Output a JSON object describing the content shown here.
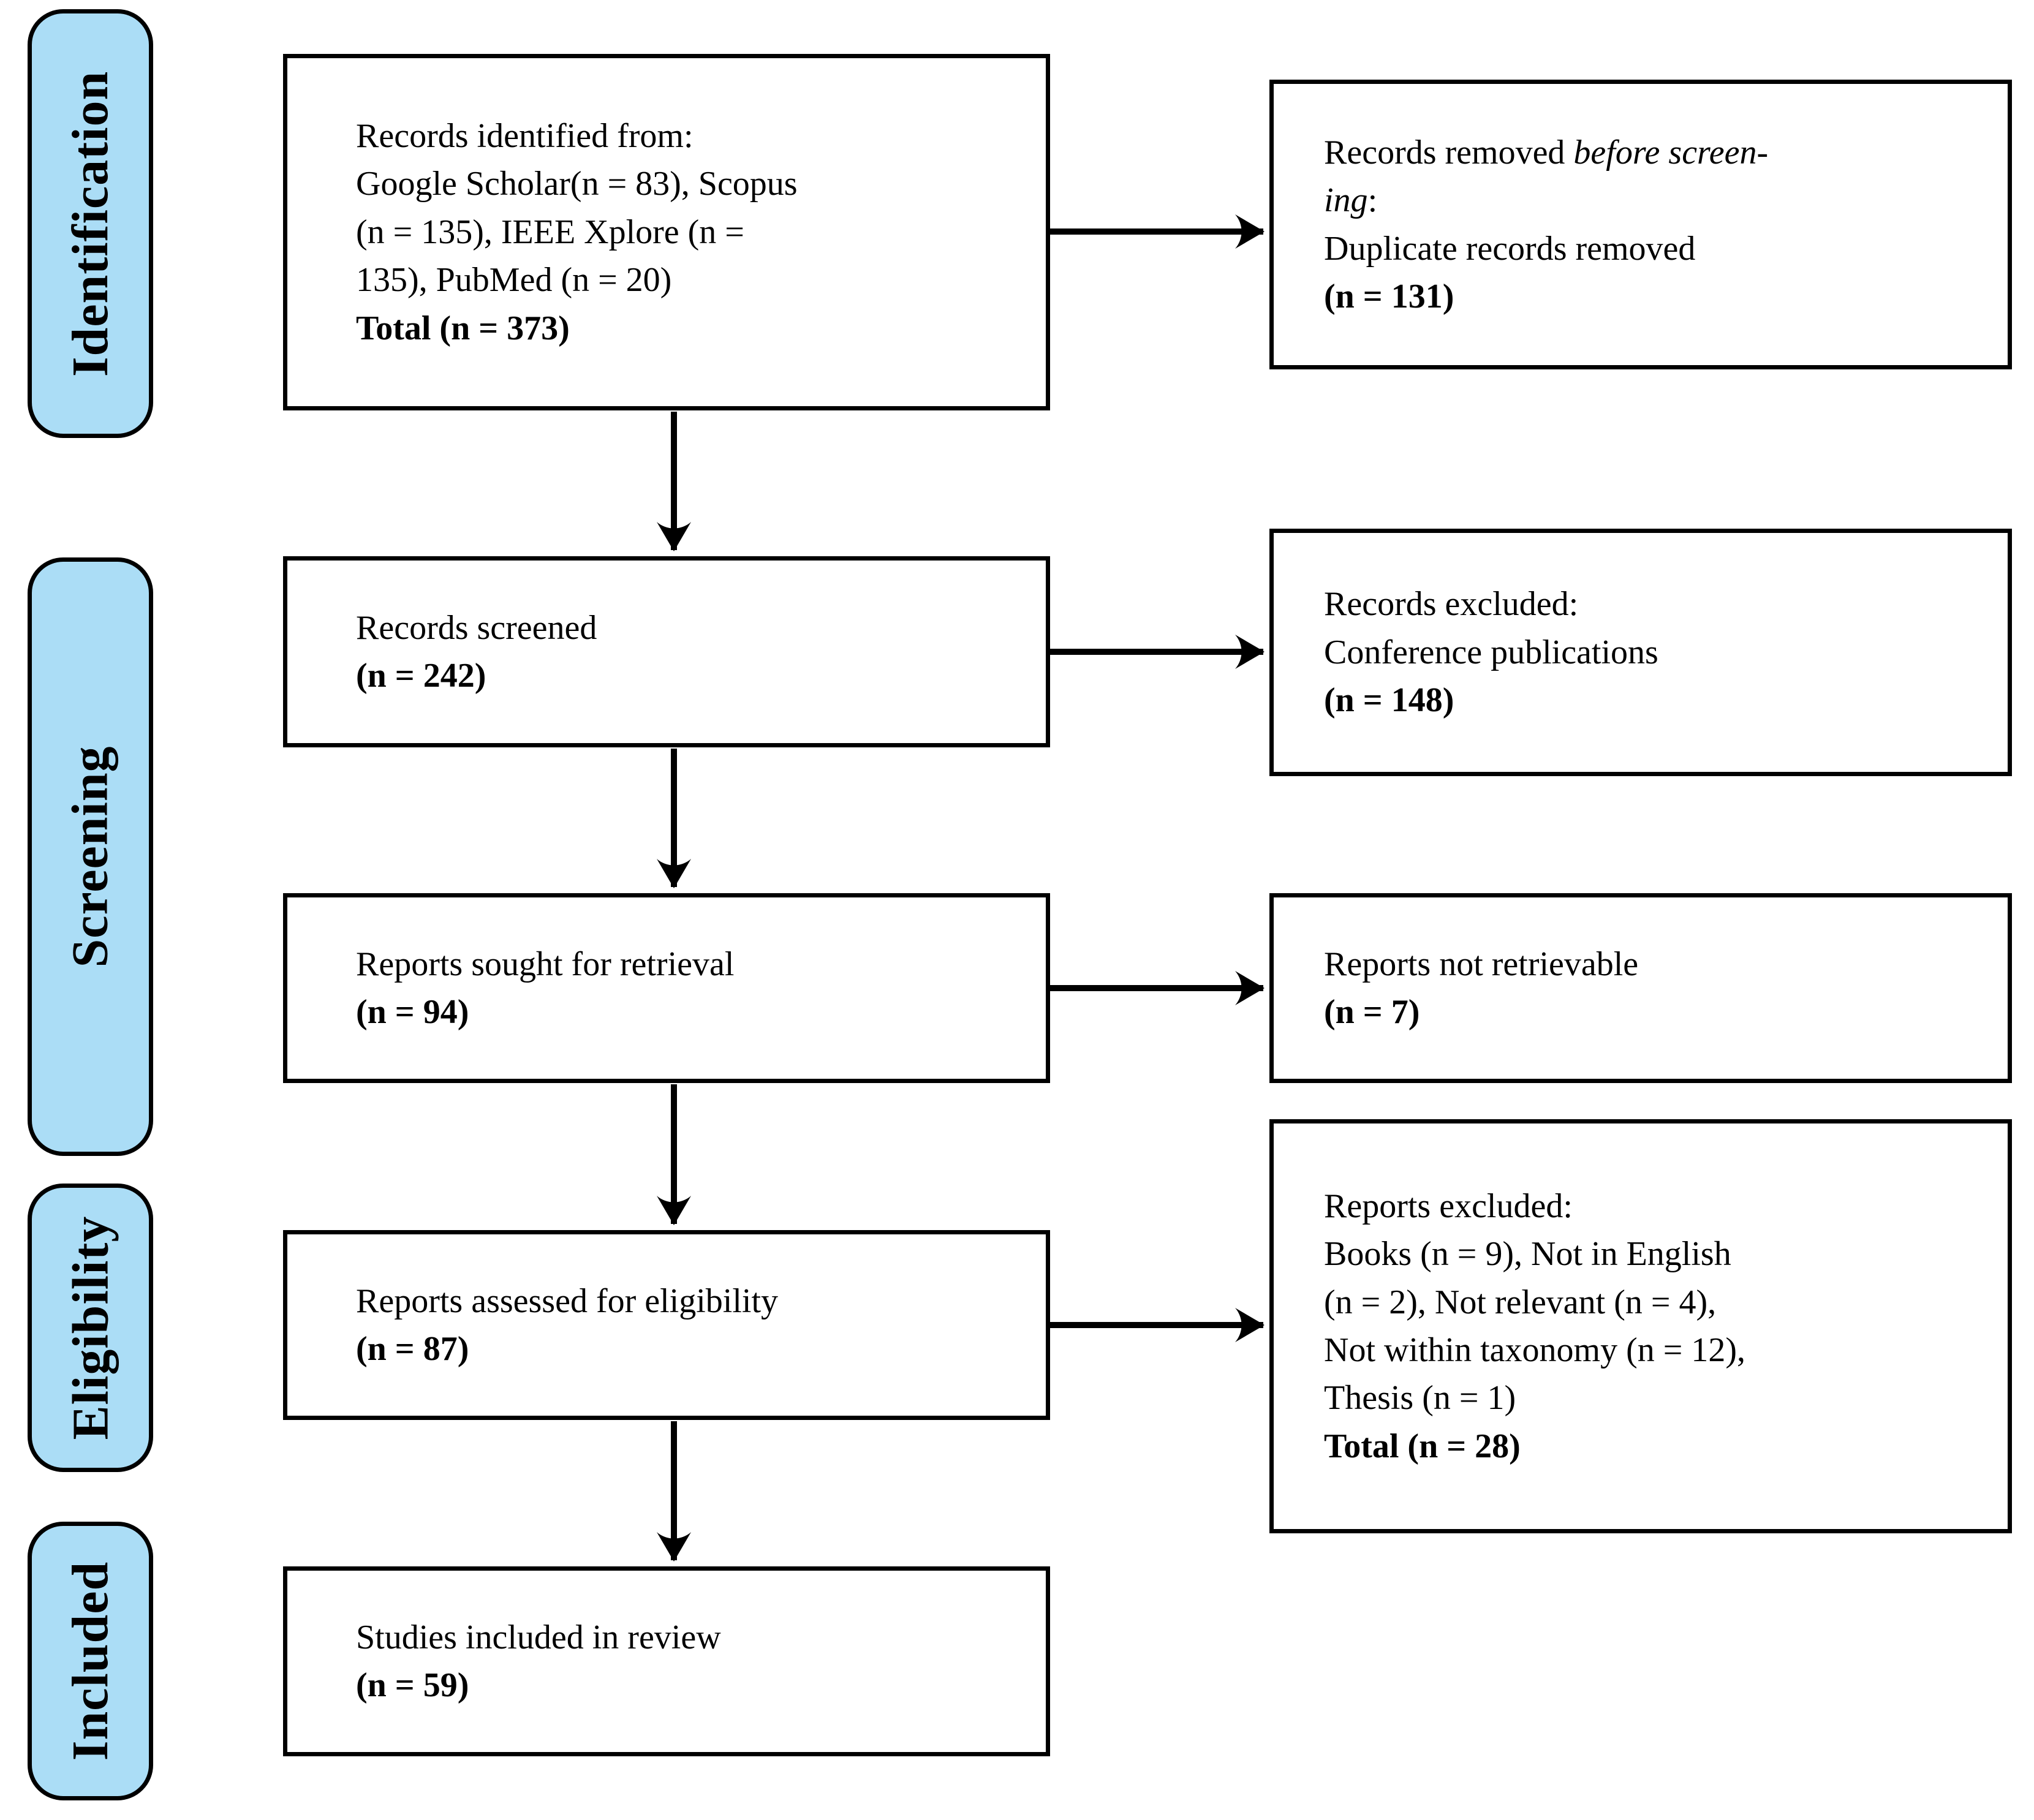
{
  "diagram": {
    "type": "prisma-flow",
    "colors": {
      "stage_fill": "#ABDDF6",
      "box_border": "#000000",
      "background": "#FFFFFF",
      "text": "#000000"
    },
    "stages": [
      {
        "label": "Identification"
      },
      {
        "label": "Screening"
      },
      {
        "label": "Eligibility"
      },
      {
        "label": "Included"
      }
    ],
    "left_boxes": [
      {
        "id": "records-identified",
        "lines": [
          [
            {
              "t": "Records identified from:"
            }
          ],
          [
            {
              "t": "Google Scholar(n = 83), Scopus"
            }
          ],
          [
            {
              "t": "(n = 135), IEEE Xplore (n ="
            }
          ],
          [
            {
              "t": "135), PubMed (n = 20)"
            }
          ],
          [
            {
              "t": "Total (n = 373)",
              "b": true
            }
          ]
        ]
      },
      {
        "id": "records-screened",
        "lines": [
          [
            {
              "t": "Records screened"
            }
          ],
          [
            {
              "t": "(n = 242)",
              "b": true
            }
          ]
        ]
      },
      {
        "id": "reports-sought",
        "lines": [
          [
            {
              "t": "Reports sought for retrieval"
            }
          ],
          [
            {
              "t": "(n = 94)",
              "b": true
            }
          ]
        ]
      },
      {
        "id": "reports-assessed",
        "lines": [
          [
            {
              "t": "Reports assessed for eligibility"
            }
          ],
          [
            {
              "t": "(n = 87)",
              "b": true
            }
          ]
        ]
      },
      {
        "id": "studies-included",
        "lines": [
          [
            {
              "t": "Studies included in review"
            }
          ],
          [
            {
              "t": "(n = 59)",
              "b": true
            }
          ]
        ]
      }
    ],
    "right_boxes": [
      {
        "id": "records-removed-before-screening",
        "lines": [
          [
            {
              "t": "Records removed "
            },
            {
              "t": "before screen-",
              "i": true
            }
          ],
          [
            {
              "t": "ing",
              "i": true
            },
            {
              "t": ":"
            }
          ],
          [
            {
              "t": "Duplicate records removed"
            }
          ],
          [
            {
              "t": "(n = 131)",
              "b": true
            }
          ]
        ]
      },
      {
        "id": "records-excluded",
        "lines": [
          [
            {
              "t": "Records excluded:"
            }
          ],
          [
            {
              "t": "Conference publications"
            }
          ],
          [
            {
              "t": "(n = 148)",
              "b": true
            }
          ]
        ]
      },
      {
        "id": "reports-not-retrievable",
        "lines": [
          [
            {
              "t": "Reports not retrievable"
            }
          ],
          [
            {
              "t": "(n = 7)",
              "b": true
            }
          ]
        ]
      },
      {
        "id": "reports-excluded",
        "lines": [
          [
            {
              "t": "Reports excluded:"
            }
          ],
          [
            {
              "t": "Books (n = 9), Not in English"
            }
          ],
          [
            {
              "t": "(n = 2), Not relevant (n = 4),"
            }
          ],
          [
            {
              "t": "Not within taxonomy (n = 12),"
            }
          ],
          [
            {
              "t": "Thesis (n = 1)"
            }
          ],
          [
            {
              "t": "Total (n = 28)",
              "b": true
            }
          ]
        ]
      }
    ],
    "arrows": [
      {
        "from": "records-identified",
        "to": "records-removed-before-screening",
        "direction": "right"
      },
      {
        "from": "records-identified",
        "to": "records-screened",
        "direction": "down"
      },
      {
        "from": "records-screened",
        "to": "records-excluded",
        "direction": "right"
      },
      {
        "from": "records-screened",
        "to": "reports-sought",
        "direction": "down"
      },
      {
        "from": "reports-sought",
        "to": "reports-not-retrievable",
        "direction": "right"
      },
      {
        "from": "reports-sought",
        "to": "reports-assessed",
        "direction": "down"
      },
      {
        "from": "reports-assessed",
        "to": "reports-excluded",
        "direction": "right"
      },
      {
        "from": "reports-assessed",
        "to": "studies-included",
        "direction": "down"
      }
    ]
  }
}
